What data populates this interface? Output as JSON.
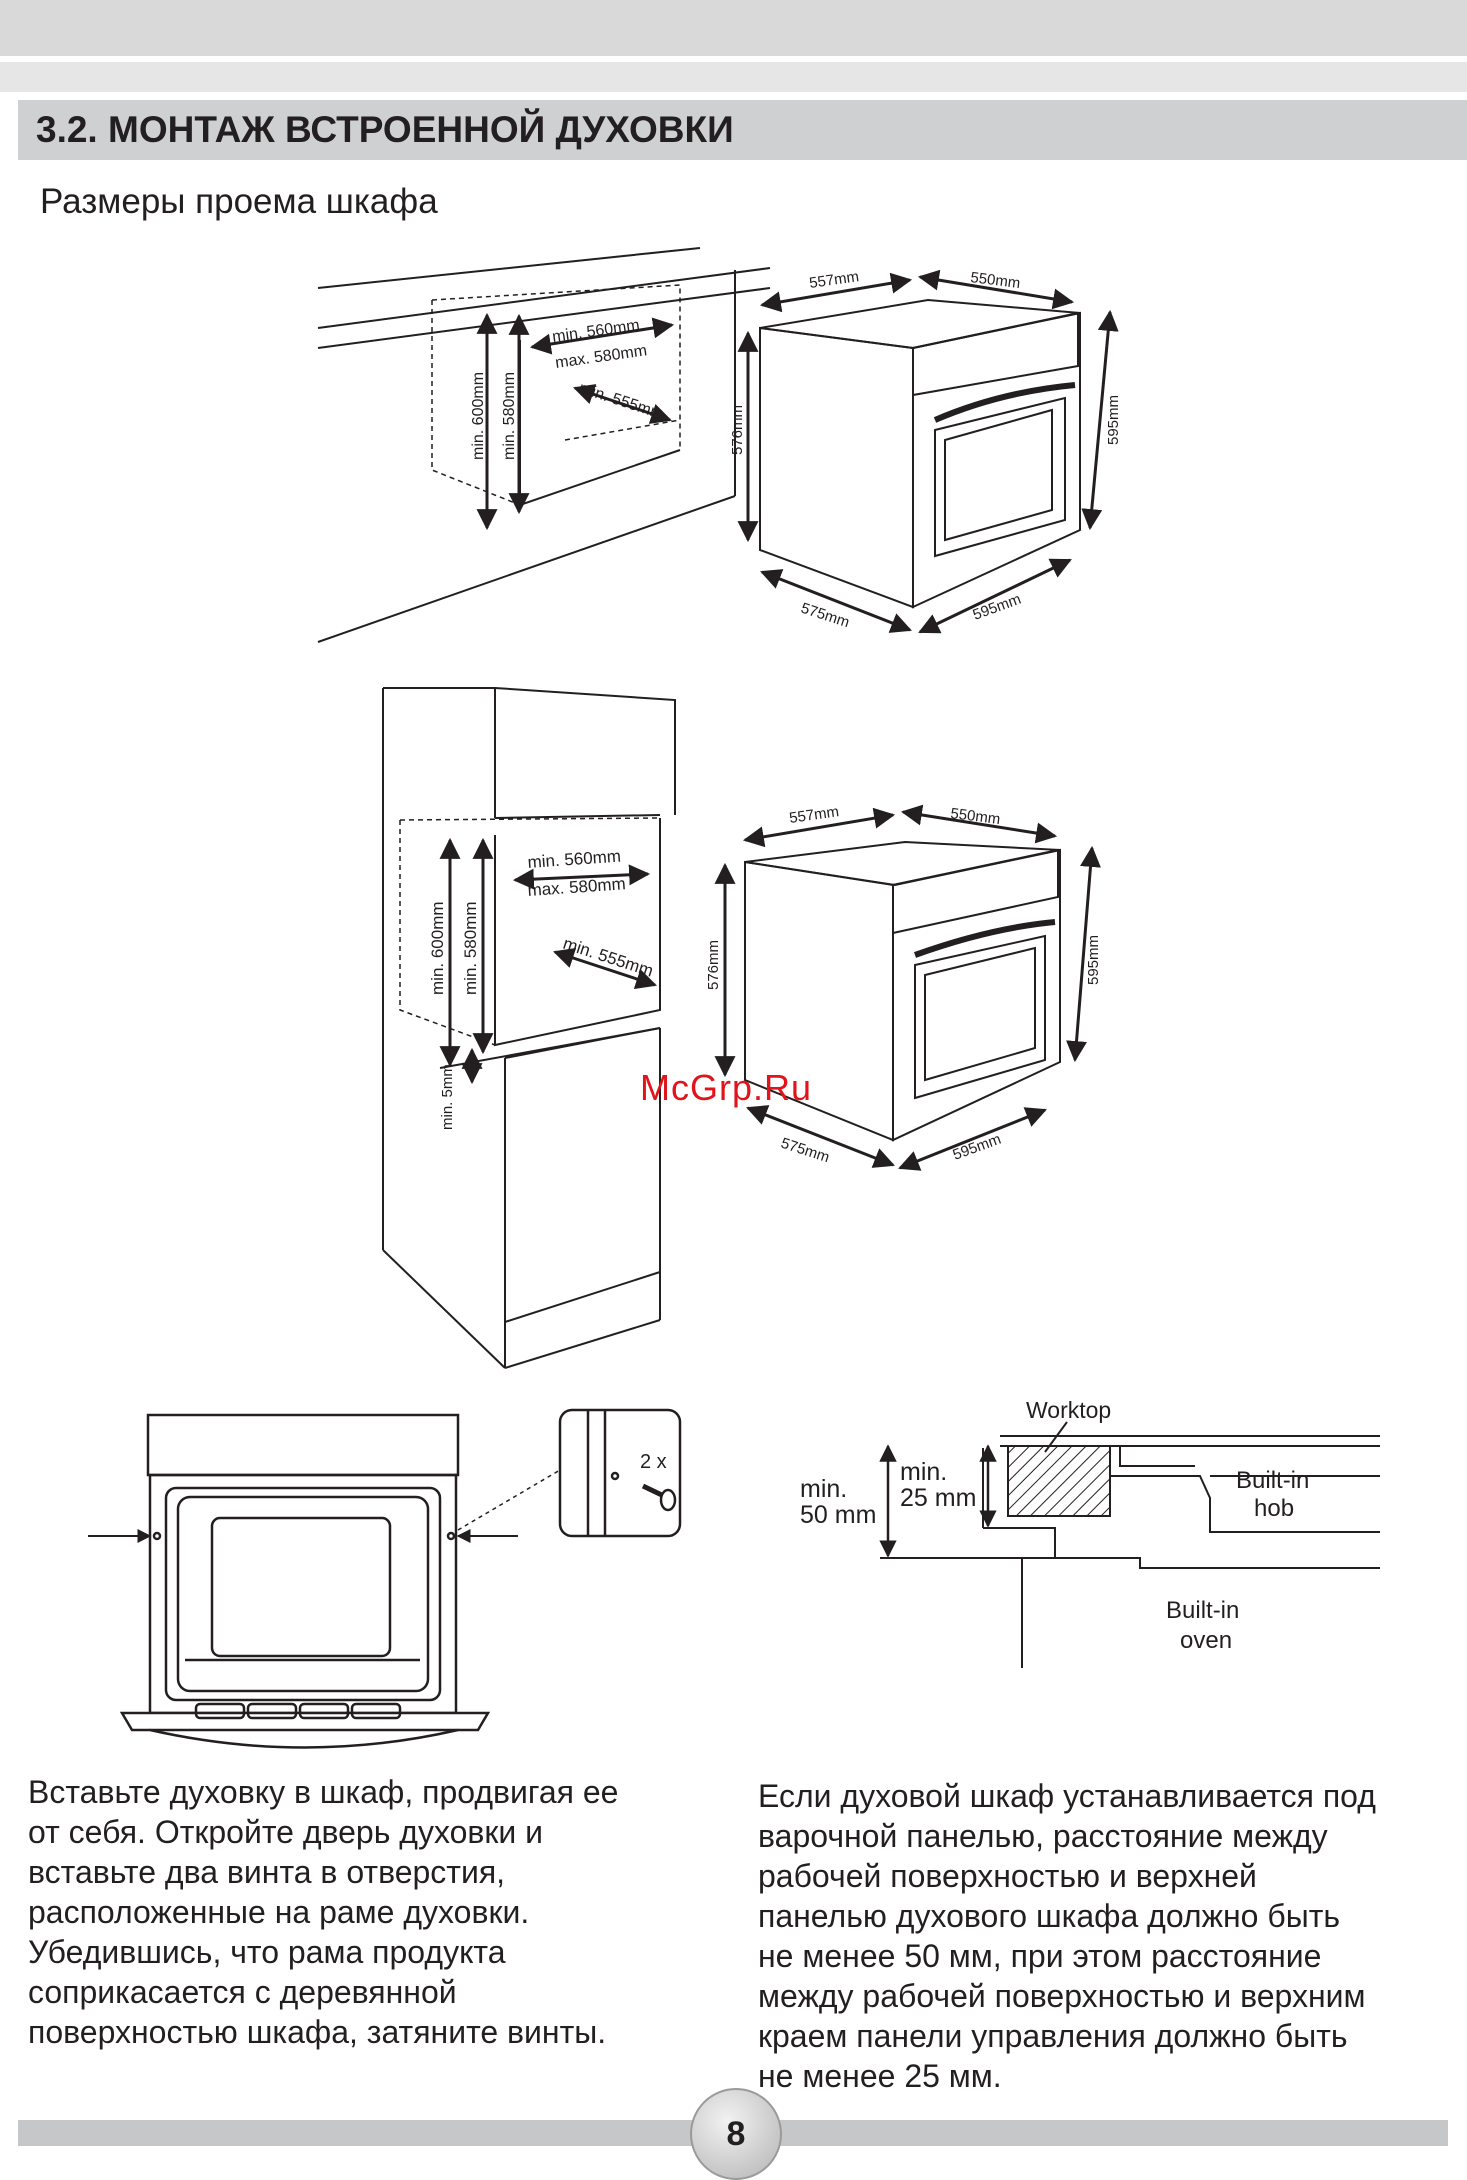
{
  "section": {
    "title": "3.2. МОНТАЖ ВСТРОЕННОЙ ДУХОВКИ"
  },
  "subtitle": "Размеры проема шкафа",
  "figure1": {
    "cabinet_dims": {
      "d1": "min. 560mm",
      "d2": "max. 580mm",
      "d3": "min. 555mm",
      "h1": "min. 600mm",
      "h2": "min. 580mm"
    },
    "oven_dims": {
      "top_depth": "557mm",
      "top_width": "550mm",
      "height": "576mm",
      "front_height": "595mm",
      "bottom_depth": "575mm",
      "bottom_width": "595mm"
    }
  },
  "figure2": {
    "cabinet_dims": {
      "d1": "min. 560mm",
      "d2": "max. 580mm",
      "d3": "min. 555mm",
      "h1": "min. 600mm",
      "h2": "min. 580mm",
      "gap": "min. 5mm"
    },
    "oven_dims": {
      "top_depth": "557mm",
      "top_width": "550mm",
      "height": "576mm",
      "front_height": "595mm",
      "bottom_depth": "575mm",
      "bottom_width": "595mm"
    }
  },
  "watermark": "McGrp.Ru",
  "screw_detail": {
    "count": "2 x"
  },
  "worktop_figure": {
    "worktop": "Worktop",
    "min50_line1": "min.",
    "min50_line2": "50 mm",
    "min25_line1": "min.",
    "min25_line2": "25 mm",
    "hob_line1": "Built-in",
    "hob_line2": "hob",
    "oven_line1": "Built-in",
    "oven_line2": "oven"
  },
  "left_paragraph": [
    "Вставьте духовку в  шкаф, продвигая ее",
    "от себя. Откройте дверь духовки и",
    "вставьте два винта в отверстия,",
    "расположенные на раме духовки.",
    "Убедившись, что рама продукта",
    "соприкасается с деревянной",
    "поверхностью шкафа, затяните винты."
  ],
  "right_paragraph": [
    "Если духовой шкаф устанавливается под",
    "варочной панелью, расстояние между",
    "рабочей поверхностью и верхней",
    "панелью духового шкафа должно быть",
    "не менее 50 мм, при этом расстояние",
    "между рабочей поверхностью и верхним",
    "краем панели управления должно быть",
    "не менее 25 мм."
  ],
  "page_number": "8"
}
